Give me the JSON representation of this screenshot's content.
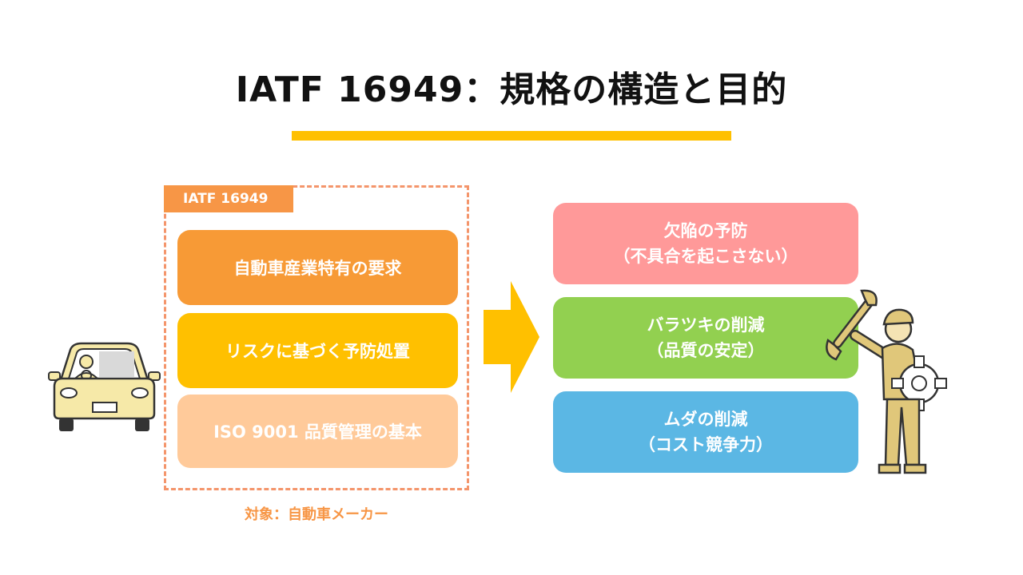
{
  "title": "IATF 16949：規格の構造と目的",
  "framework": {
    "label": "IATF 16949",
    "layers": [
      {
        "text": "自動車産業特有の要求",
        "color": "#F79A36"
      },
      {
        "text": "リスクに基づく予防処置",
        "color": "#FFC000"
      },
      {
        "text": "ISO 9001 品質管理の基本",
        "color": "#FFCA9A"
      }
    ],
    "target": "対象：自動車メーカー"
  },
  "goals": [
    {
      "line1": "欠陥の予防",
      "line2": "（不具合を起こさない）",
      "color": "#FF9999"
    },
    {
      "line1": "バラツキの削減",
      "line2": "（品質の安定）",
      "color": "#92D050"
    },
    {
      "line1": "ムダの削減",
      "line2": "（コスト競争力）",
      "color": "#5BB7E4"
    }
  ],
  "icons": {
    "arrow": "right-arrow-icon",
    "car": "car-driver-icon",
    "mechanic": "mechanic-wrench-gear-icon"
  },
  "colors": {
    "accent": "#FFC000",
    "frame": "#F4956B",
    "label": "#F79646"
  }
}
